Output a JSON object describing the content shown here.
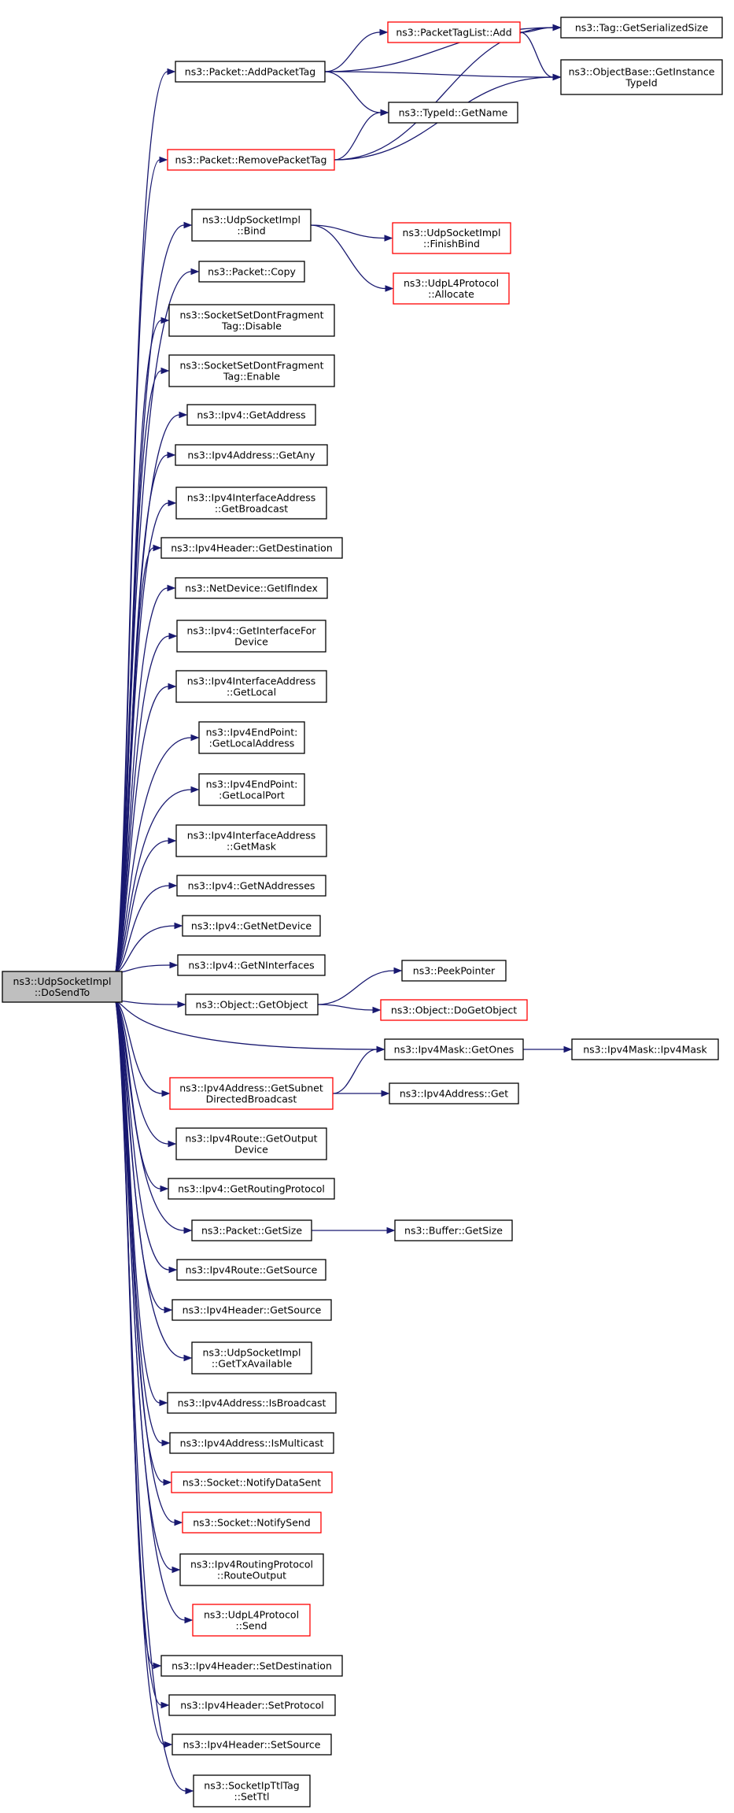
{
  "root": {
    "lines": [
      "ns3::UdpSocketImpl",
      "::DoSendTo"
    ]
  },
  "nodes": [
    {
      "id": "AddPacketTag",
      "lines": [
        "ns3::Packet::AddPacketTag"
      ],
      "red": false
    },
    {
      "id": "RemovePacketTag",
      "lines": [
        "ns3::Packet::RemovePacketTag"
      ],
      "red": true
    },
    {
      "id": "PacketTagListAdd",
      "lines": [
        "ns3::PacketTagList::Add"
      ],
      "red": true
    },
    {
      "id": "TypeIdGetName",
      "lines": [
        "ns3::TypeId::GetName"
      ],
      "red": false
    },
    {
      "id": "TagGetSerializedSize",
      "lines": [
        "ns3::Tag::GetSerializedSize"
      ],
      "red": false
    },
    {
      "id": "ObjectBaseGetInstanceTypeId",
      "lines": [
        "ns3::ObjectBase::GetInstance",
        "TypeId"
      ],
      "red": false
    },
    {
      "id": "Bind",
      "lines": [
        "ns3::UdpSocketImpl",
        "::Bind"
      ],
      "red": false
    },
    {
      "id": "FinishBind",
      "lines": [
        "ns3::UdpSocketImpl",
        "::FinishBind"
      ],
      "red": true
    },
    {
      "id": "Allocate",
      "lines": [
        "ns3::UdpL4Protocol",
        "::Allocate"
      ],
      "red": true
    },
    {
      "id": "PacketCopy",
      "lines": [
        "ns3::Packet::Copy"
      ],
      "red": false
    },
    {
      "id": "DontFragDisable",
      "lines": [
        "ns3::SocketSetDontFragment",
        "Tag::Disable"
      ],
      "red": false
    },
    {
      "id": "DontFragEnable",
      "lines": [
        "ns3::SocketSetDontFragment",
        "Tag::Enable"
      ],
      "red": false
    },
    {
      "id": "Ipv4GetAddress",
      "lines": [
        "ns3::Ipv4::GetAddress"
      ],
      "red": false
    },
    {
      "id": "Ipv4AddressGetAny",
      "lines": [
        "ns3::Ipv4Address::GetAny"
      ],
      "red": false
    },
    {
      "id": "IfAddrGetBroadcast",
      "lines": [
        "ns3::Ipv4InterfaceAddress",
        "::GetBroadcast"
      ],
      "red": false
    },
    {
      "id": "HeaderGetDestination",
      "lines": [
        "ns3::Ipv4Header::GetDestination"
      ],
      "red": false
    },
    {
      "id": "NetDeviceGetIfIndex",
      "lines": [
        "ns3::NetDevice::GetIfIndex"
      ],
      "red": false
    },
    {
      "id": "Ipv4GetInterfaceForDevice",
      "lines": [
        "ns3::Ipv4::GetInterfaceFor",
        "Device"
      ],
      "red": false
    },
    {
      "id": "IfAddrGetLocal",
      "lines": [
        "ns3::Ipv4InterfaceAddress",
        "::GetLocal"
      ],
      "red": false
    },
    {
      "id": "EndPointGetLocalAddress",
      "lines": [
        "ns3::Ipv4EndPoint:",
        ":GetLocalAddress"
      ],
      "red": false
    },
    {
      "id": "EndPointGetLocalPort",
      "lines": [
        "ns3::Ipv4EndPoint:",
        ":GetLocalPort"
      ],
      "red": false
    },
    {
      "id": "IfAddrGetMask",
      "lines": [
        "ns3::Ipv4InterfaceAddress",
        "::GetMask"
      ],
      "red": false
    },
    {
      "id": "Ipv4GetNAddresses",
      "lines": [
        "ns3::Ipv4::GetNAddresses"
      ],
      "red": false
    },
    {
      "id": "Ipv4GetNetDevice",
      "lines": [
        "ns3::Ipv4::GetNetDevice"
      ],
      "red": false
    },
    {
      "id": "Ipv4GetNInterfaces",
      "lines": [
        "ns3::Ipv4::GetNInterfaces"
      ],
      "red": false
    },
    {
      "id": "ObjectGetObject",
      "lines": [
        "ns3::Object::GetObject"
      ],
      "red": false
    },
    {
      "id": "PeekPointer",
      "lines": [
        "ns3::PeekPointer"
      ],
      "red": false
    },
    {
      "id": "ObjectDoGetObject",
      "lines": [
        "ns3::Object::DoGetObject"
      ],
      "red": true
    },
    {
      "id": "MaskGetOnes",
      "lines": [
        "ns3::Ipv4Mask::GetOnes"
      ],
      "red": false
    },
    {
      "id": "MaskCtor",
      "lines": [
        "ns3::Ipv4Mask::Ipv4Mask"
      ],
      "red": false
    },
    {
      "id": "GetSubnetDirectedBroadcast",
      "lines": [
        "ns3::Ipv4Address::GetSubnet",
        "DirectedBroadcast"
      ],
      "red": true
    },
    {
      "id": "Ipv4AddressGet",
      "lines": [
        "ns3::Ipv4Address::Get"
      ],
      "red": false
    },
    {
      "id": "RouteGetOutputDevice",
      "lines": [
        "ns3::Ipv4Route::GetOutput",
        "Device"
      ],
      "red": false
    },
    {
      "id": "Ipv4GetRoutingProtocol",
      "lines": [
        "ns3::Ipv4::GetRoutingProtocol"
      ],
      "red": false
    },
    {
      "id": "PacketGetSize",
      "lines": [
        "ns3::Packet::GetSize"
      ],
      "red": false
    },
    {
      "id": "BufferGetSize",
      "lines": [
        "ns3::Buffer::GetSize"
      ],
      "red": false
    },
    {
      "id": "RouteGetSource",
      "lines": [
        "ns3::Ipv4Route::GetSource"
      ],
      "red": false
    },
    {
      "id": "HeaderGetSource",
      "lines": [
        "ns3::Ipv4Header::GetSource"
      ],
      "red": false
    },
    {
      "id": "GetTxAvailable",
      "lines": [
        "ns3::UdpSocketImpl",
        "::GetTxAvailable"
      ],
      "red": false
    },
    {
      "id": "IsBroadcast",
      "lines": [
        "ns3::Ipv4Address::IsBroadcast"
      ],
      "red": false
    },
    {
      "id": "IsMulticast",
      "lines": [
        "ns3::Ipv4Address::IsMulticast"
      ],
      "red": false
    },
    {
      "id": "NotifyDataSent",
      "lines": [
        "ns3::Socket::NotifyDataSent"
      ],
      "red": true
    },
    {
      "id": "NotifySend",
      "lines": [
        "ns3::Socket::NotifySend"
      ],
      "red": true
    },
    {
      "id": "RouteOutput",
      "lines": [
        "ns3::Ipv4RoutingProtocol",
        "::RouteOutput"
      ],
      "red": false
    },
    {
      "id": "UdpL4Send",
      "lines": [
        "ns3::UdpL4Protocol",
        "::Send"
      ],
      "red": true
    },
    {
      "id": "HeaderSetDestination",
      "lines": [
        "ns3::Ipv4Header::SetDestination"
      ],
      "red": false
    },
    {
      "id": "HeaderSetProtocol",
      "lines": [
        "ns3::Ipv4Header::SetProtocol"
      ],
      "red": false
    },
    {
      "id": "HeaderSetSource",
      "lines": [
        "ns3::Ipv4Header::SetSource"
      ],
      "red": false
    },
    {
      "id": "SetTtl",
      "lines": [
        "ns3::SocketIpTtlTag",
        "::SetTtl"
      ],
      "red": false
    }
  ],
  "edges": [
    [
      "root",
      "AddPacketTag"
    ],
    [
      "root",
      "RemovePacketTag"
    ],
    [
      "root",
      "Bind"
    ],
    [
      "root",
      "PacketCopy"
    ],
    [
      "root",
      "DontFragDisable"
    ],
    [
      "root",
      "DontFragEnable"
    ],
    [
      "root",
      "Ipv4GetAddress"
    ],
    [
      "root",
      "Ipv4AddressGetAny"
    ],
    [
      "root",
      "IfAddrGetBroadcast"
    ],
    [
      "root",
      "HeaderGetDestination"
    ],
    [
      "root",
      "NetDeviceGetIfIndex"
    ],
    [
      "root",
      "Ipv4GetInterfaceForDevice"
    ],
    [
      "root",
      "IfAddrGetLocal"
    ],
    [
      "root",
      "EndPointGetLocalAddress"
    ],
    [
      "root",
      "EndPointGetLocalPort"
    ],
    [
      "root",
      "IfAddrGetMask"
    ],
    [
      "root",
      "Ipv4GetNAddresses"
    ],
    [
      "root",
      "Ipv4GetNetDevice"
    ],
    [
      "root",
      "Ipv4GetNInterfaces"
    ],
    [
      "root",
      "ObjectGetObject"
    ],
    [
      "root",
      "MaskGetOnes"
    ],
    [
      "root",
      "GetSubnetDirectedBroadcast"
    ],
    [
      "root",
      "RouteGetOutputDevice"
    ],
    [
      "root",
      "Ipv4GetRoutingProtocol"
    ],
    [
      "root",
      "PacketGetSize"
    ],
    [
      "root",
      "RouteGetSource"
    ],
    [
      "root",
      "HeaderGetSource"
    ],
    [
      "root",
      "GetTxAvailable"
    ],
    [
      "root",
      "IsBroadcast"
    ],
    [
      "root",
      "IsMulticast"
    ],
    [
      "root",
      "NotifyDataSent"
    ],
    [
      "root",
      "NotifySend"
    ],
    [
      "root",
      "RouteOutput"
    ],
    [
      "root",
      "UdpL4Send"
    ],
    [
      "root",
      "HeaderSetDestination"
    ],
    [
      "root",
      "HeaderSetProtocol"
    ],
    [
      "root",
      "HeaderSetSource"
    ],
    [
      "root",
      "SetTtl"
    ],
    [
      "AddPacketTag",
      "PacketTagListAdd"
    ],
    [
      "AddPacketTag",
      "TagGetSerializedSize"
    ],
    [
      "AddPacketTag",
      "ObjectBaseGetInstanceTypeId"
    ],
    [
      "AddPacketTag",
      "TypeIdGetName"
    ],
    [
      "PacketTagListAdd",
      "TagGetSerializedSize"
    ],
    [
      "PacketTagListAdd",
      "ObjectBaseGetInstanceTypeId"
    ],
    [
      "RemovePacketTag",
      "TypeIdGetName"
    ],
    [
      "RemovePacketTag",
      "TagGetSerializedSize"
    ],
    [
      "RemovePacketTag",
      "ObjectBaseGetInstanceTypeId"
    ],
    [
      "Bind",
      "FinishBind"
    ],
    [
      "Bind",
      "Allocate"
    ],
    [
      "ObjectGetObject",
      "PeekPointer"
    ],
    [
      "ObjectGetObject",
      "ObjectDoGetObject"
    ],
    [
      "MaskGetOnes",
      "MaskCtor"
    ],
    [
      "GetSubnetDirectedBroadcast",
      "MaskGetOnes"
    ],
    [
      "GetSubnetDirectedBroadcast",
      "Ipv4AddressGet"
    ],
    [
      "PacketGetSize",
      "BufferGetSize"
    ]
  ]
}
